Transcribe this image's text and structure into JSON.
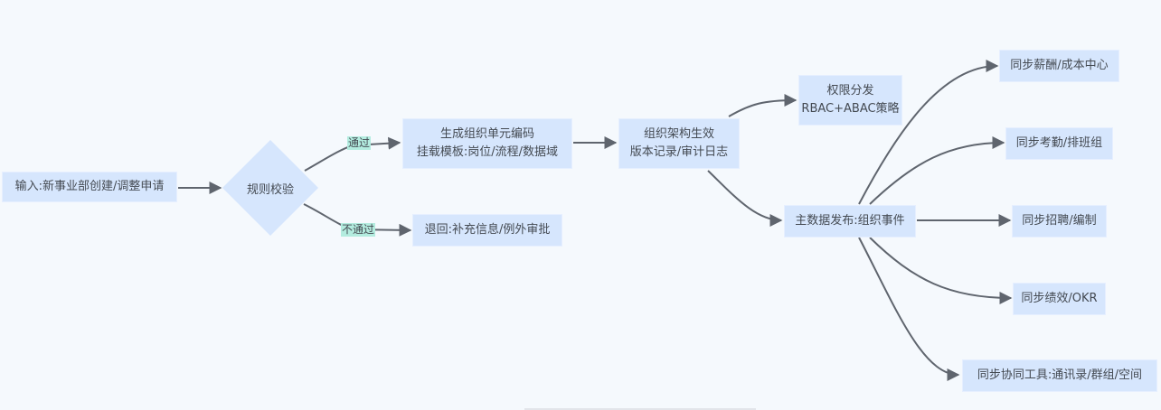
{
  "diagram": {
    "colors": {
      "background": "#f5f9fd",
      "node_fill": "#d6e6fd",
      "edge_label_fill": "#b3ecdf",
      "edge_stroke": "#5f656e",
      "text": "#444a52"
    },
    "nodes": {
      "input": {
        "lines": [
          "输入:新事业部创建/调整申请"
        ]
      },
      "rule_check": {
        "lines": [
          "规则校验"
        ],
        "shape": "diamond"
      },
      "generate_code": {
        "lines": [
          "生成组织单元编码",
          "挂载模板:岗位/流程/数据域"
        ]
      },
      "reject": {
        "lines": [
          "退回:补充信息/例外审批"
        ]
      },
      "org_effective": {
        "lines": [
          "组织架构生效",
          "版本记录/审计日志"
        ]
      },
      "permission": {
        "lines": [
          "权限分发",
          "RBAC+ABAC策略"
        ]
      },
      "master_data": {
        "lines": [
          "主数据发布:组织事件"
        ]
      },
      "sync_payroll": {
        "lines": [
          "同步薪酬/成本中心"
        ]
      },
      "sync_attendance": {
        "lines": [
          "同步考勤/排班组"
        ]
      },
      "sync_recruit": {
        "lines": [
          "同步招聘/编制"
        ]
      },
      "sync_performance": {
        "lines": [
          "同步绩效/OKR"
        ]
      },
      "sync_collab": {
        "lines": [
          "同步协同工具:通讯录/群组/空间"
        ]
      }
    },
    "edges": [
      {
        "from": "input",
        "to": "rule_check",
        "label": ""
      },
      {
        "from": "rule_check",
        "to": "generate_code",
        "label": "通过"
      },
      {
        "from": "rule_check",
        "to": "reject",
        "label": "不通过"
      },
      {
        "from": "generate_code",
        "to": "org_effective",
        "label": ""
      },
      {
        "from": "org_effective",
        "to": "permission",
        "label": ""
      },
      {
        "from": "org_effective",
        "to": "master_data",
        "label": ""
      },
      {
        "from": "master_data",
        "to": "sync_payroll",
        "label": ""
      },
      {
        "from": "master_data",
        "to": "sync_attendance",
        "label": ""
      },
      {
        "from": "master_data",
        "to": "sync_recruit",
        "label": ""
      },
      {
        "from": "master_data",
        "to": "sync_performance",
        "label": ""
      },
      {
        "from": "master_data",
        "to": "sync_collab",
        "label": ""
      }
    ],
    "edge_labels": {
      "pass": "通过",
      "fail": "不通过"
    }
  }
}
